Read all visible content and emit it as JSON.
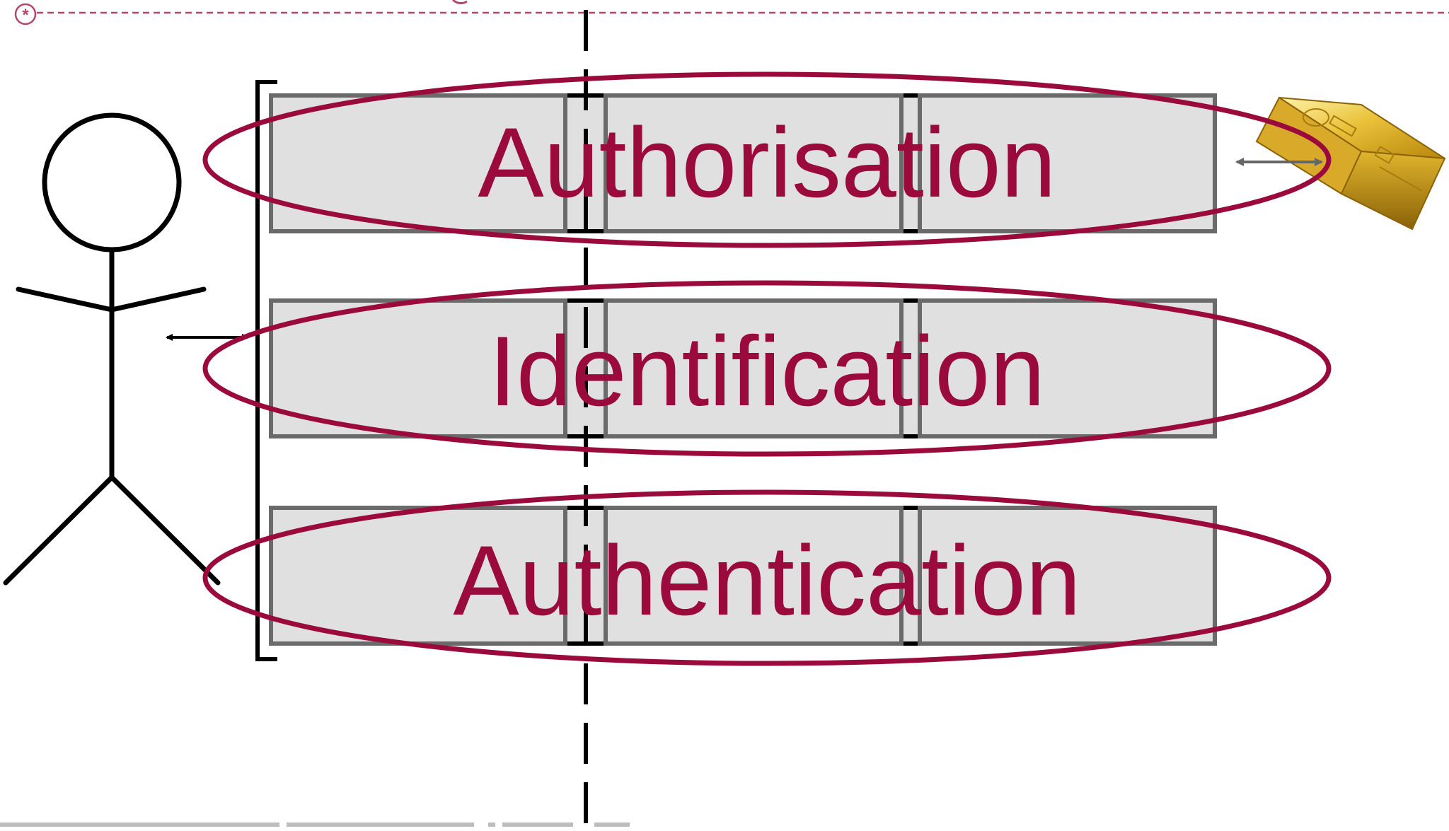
{
  "layers": [
    {
      "label": "Authorisation"
    },
    {
      "label": "Identification"
    },
    {
      "label": "Authentication"
    }
  ],
  "colors": {
    "accent": "#9b0a3c",
    "fill": "#e0e0e0",
    "box_stroke": "#6a6a6a",
    "ink": "#000000",
    "arrow_gray": "#666666",
    "bottom_bar": "#bdbdbd"
  },
  "icons": {
    "actor": "stick-figure-icon",
    "asset": "gold-bar-icon",
    "corner_marker": "asterisk-circle-icon"
  }
}
